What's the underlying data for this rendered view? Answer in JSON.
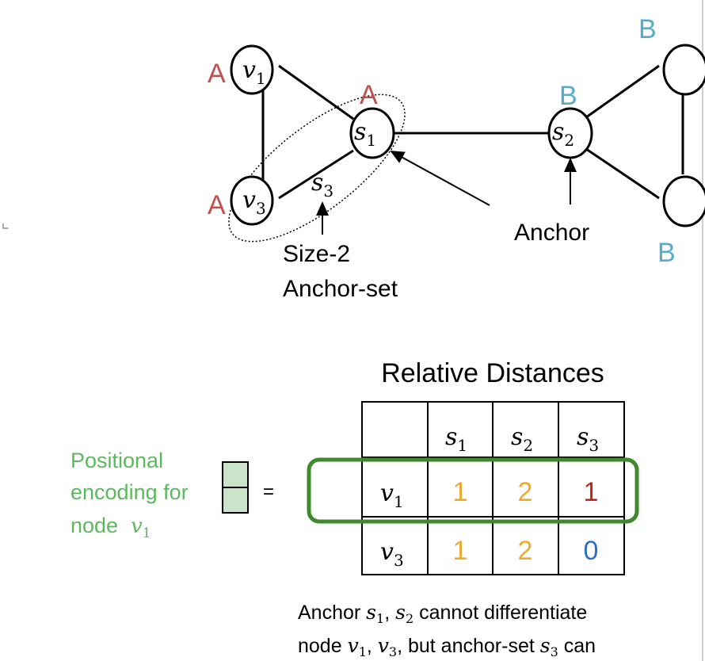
{
  "graph": {
    "nodes": {
      "v1": {
        "name": "v",
        "sub": "1"
      },
      "v3": {
        "name": "v",
        "sub": "3"
      },
      "s1": {
        "name": "s",
        "sub": "1"
      },
      "s2": {
        "name": "s",
        "sub": "2"
      }
    },
    "anchor_set_label": {
      "name": "s",
      "sub": "3"
    },
    "group_labels": {
      "a": "A",
      "b": "B"
    },
    "annotations": {
      "size2_line1": "Size-2",
      "size2_line2": "Anchor-set",
      "anchor": "Anchor"
    }
  },
  "table": {
    "title": "Relative Distances",
    "columns": [
      {
        "name": "s",
        "sub": "1"
      },
      {
        "name": "s",
        "sub": "2"
      },
      {
        "name": "s",
        "sub": "3"
      }
    ],
    "rows": [
      {
        "name": "v",
        "sub": "1",
        "values": [
          "1",
          "2",
          "1"
        ]
      },
      {
        "name": "v",
        "sub": "3",
        "values": [
          "1",
          "2",
          "0"
        ]
      }
    ]
  },
  "encoding_label": {
    "line1": "Positional",
    "line2": "encoding for",
    "line3": "node",
    "node": "v",
    "node_sub": "1",
    "equals": "="
  },
  "caption": {
    "l1_a": "Anchor ",
    "l1_s1": "s",
    "l1_s1sub": "1",
    "l1_comma": ", ",
    "l1_s2": "s",
    "l1_s2sub": "2",
    "l1_b": " cannot differentiate",
    "l2_a": "node ",
    "l2_v1": "v",
    "l2_v1sub": "1",
    "l2_comma": ", ",
    "l2_v3": "v",
    "l2_v3sub": "3",
    "l2_b": ", but anchor-set ",
    "l2_s3": "s",
    "l2_s3sub": "3",
    "l2_c": " can"
  },
  "colors": {
    "group_a": "#c0504d",
    "group_b": "#5aabc6",
    "green": "#5cb85c",
    "green_box": "#3f8a2c",
    "cell_fill": "#cbe3c9",
    "orange": "#eeaa30",
    "red": "#c0281e",
    "blue": "#2f6fc4"
  }
}
